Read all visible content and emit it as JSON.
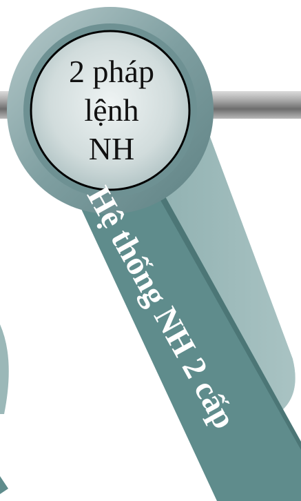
{
  "circle": {
    "line1": "2 pháp",
    "line2": "lệnh",
    "line3": "NH"
  },
  "band": {
    "label": "Hệ thống NH 2 cấp"
  },
  "colors": {
    "band_face": "#5f8c8c",
    "band_side": "#9bb8b8",
    "circle_ring": "#8faeb0",
    "circle_center": "#d0dcdc",
    "bar": "#9a9a9a"
  }
}
